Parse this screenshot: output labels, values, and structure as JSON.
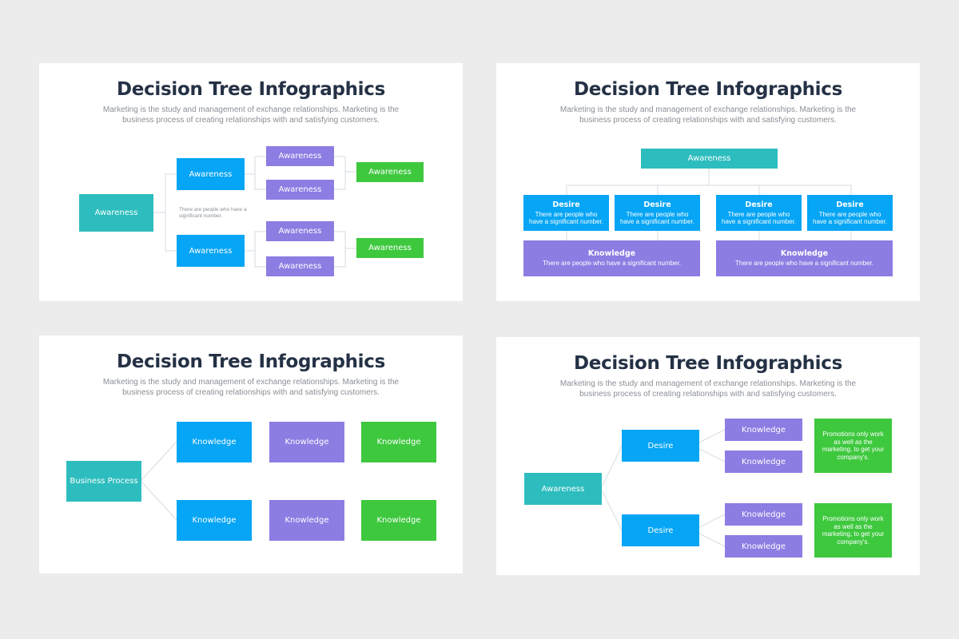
{
  "slide1": {
    "title": "Decision Tree Infographics",
    "subtitle": "Marketing is the study and management of exchange relationships. Marketing is the business process of creating relationships with and satisfying customers.",
    "root": "Awareness",
    "note": "There are people who have a significant number.",
    "level1": [
      "Awareness",
      "Awareness"
    ],
    "level2": [
      "Awareness",
      "Awareness",
      "Awareness",
      "Awareness"
    ],
    "level3": [
      "Awareness",
      "Awareness"
    ]
  },
  "slide2": {
    "title": "Decision Tree Infographics",
    "subtitle": "Marketing is the study and management of exchange relationships. Marketing is the business process of creating relationships with and satisfying customers.",
    "root": "Awareness",
    "desire": [
      {
        "title": "Desire",
        "desc": "There are people who have a significant number."
      },
      {
        "title": "Desire",
        "desc": "There are people who have a significant number."
      },
      {
        "title": "Desire",
        "desc": "There are people who have a significant number."
      },
      {
        "title": "Desire",
        "desc": "There are people who have a significant number."
      }
    ],
    "knowledge": [
      {
        "title": "Knowledge",
        "desc": "There are people who have a significant number."
      },
      {
        "title": "Knowledge",
        "desc": "There are people who have a significant number."
      }
    ]
  },
  "slide3": {
    "title": "Decision Tree Infographics",
    "subtitle": "Marketing is the study and management of exchange relationships. Marketing is the business process of creating relationships with and satisfying customers.",
    "root": "Business Process",
    "rows": [
      [
        "Knowledge",
        "Knowledge",
        "Knowledge"
      ],
      [
        "Knowledge",
        "Knowledge",
        "Knowledge"
      ]
    ]
  },
  "slide4": {
    "title": "Decision Tree Infographics",
    "subtitle": "Marketing is the study and management of exchange relationships. Marketing is the business process of creating relationships with and satisfying customers.",
    "root": "Awareness",
    "level1": [
      "Desire",
      "Desire"
    ],
    "level2": [
      "Knowledge",
      "Knowledge",
      "Knowledge",
      "Knowledge"
    ],
    "promos": [
      "Promotions only work as well as the marketing, to get your company's.",
      "Promotions only work as well as the marketing, to get your company's."
    ]
  },
  "colors": {
    "teal": "#2ebdbe",
    "blue": "#06a5f5",
    "purple": "#8c7de3",
    "green": "#3ec83e",
    "title": "#243145",
    "background": "#ececec"
  }
}
